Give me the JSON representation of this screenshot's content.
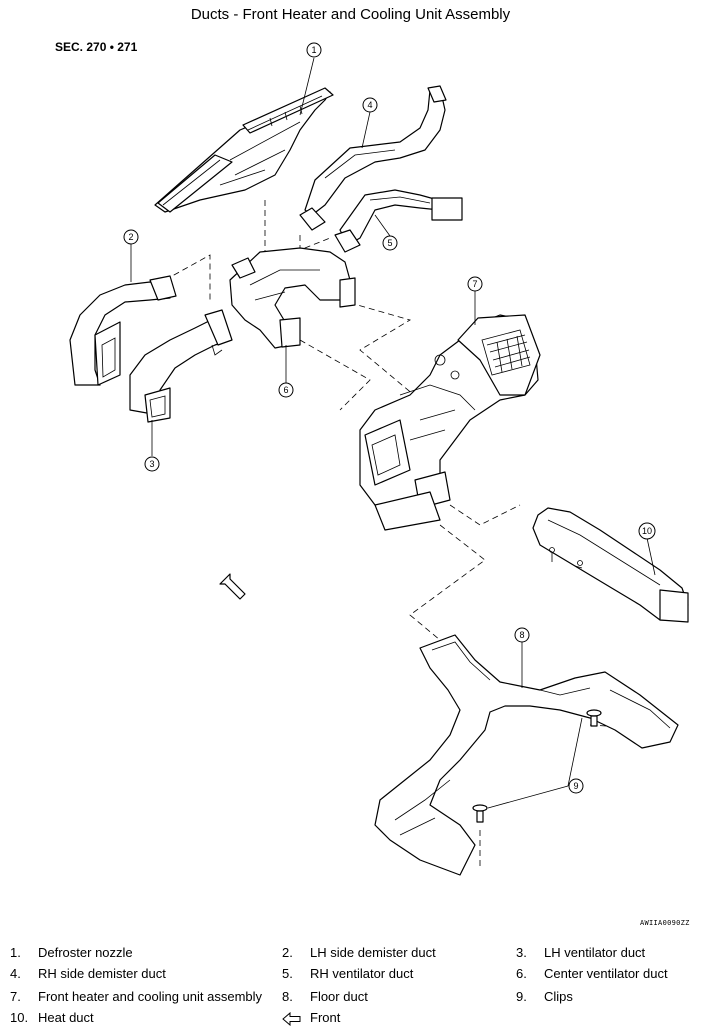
{
  "title": "Ducts - Front Heater and Cooling Unit Assembly",
  "section": "SEC. 270 • 271",
  "figure_code": "AWIIA0090ZZ",
  "callouts": [
    "1",
    "2",
    "3",
    "4",
    "5",
    "6",
    "7",
    "8",
    "9",
    "10"
  ],
  "legend": [
    {
      "num": "1.",
      "label": "Defroster nozzle"
    },
    {
      "num": "2.",
      "label": "LH side demister duct"
    },
    {
      "num": "3.",
      "label": "LH ventilator duct"
    },
    {
      "num": "4.",
      "label": "RH side demister duct"
    },
    {
      "num": "5.",
      "label": "RH ventilator duct"
    },
    {
      "num": "6.",
      "label": "Center ventilator duct"
    },
    {
      "num": "7.",
      "label": "Front heater and cooling unit assembly"
    },
    {
      "num": "8.",
      "label": "Floor duct"
    },
    {
      "num": "9.",
      "label": "Clips"
    },
    {
      "num": "10.",
      "label": "Heat duct"
    },
    {
      "num": "",
      "label": "Front"
    }
  ]
}
